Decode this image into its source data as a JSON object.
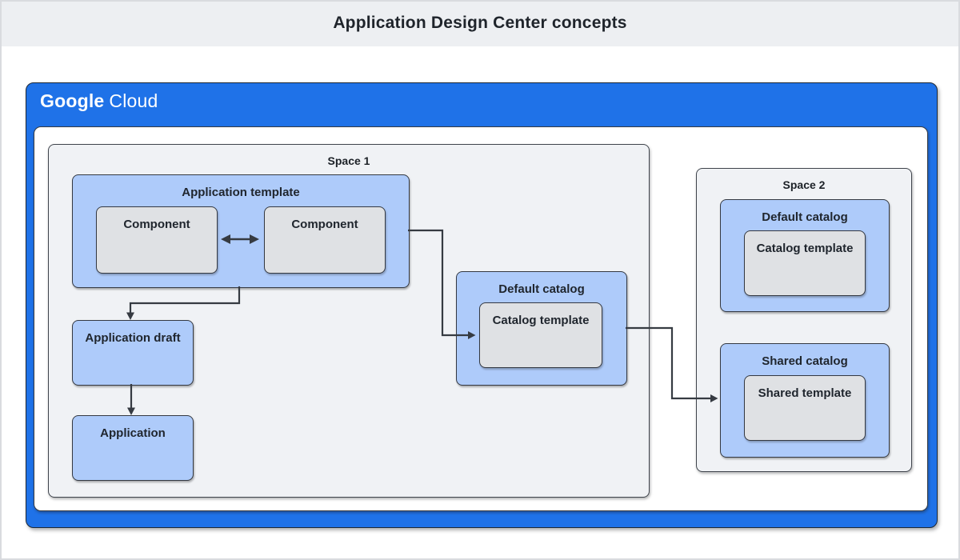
{
  "header": {
    "title": "Application Design Center concepts"
  },
  "brand": {
    "google": "Google",
    "cloud": "Cloud"
  },
  "space1": {
    "label": "Space 1",
    "app_template": {
      "label": "Application template",
      "components": [
        "Component",
        "Component"
      ]
    },
    "app_draft_label": "Application draft",
    "application_label": "Application",
    "default_catalog": {
      "label": "Default catalog",
      "template_label": "Catalog template"
    }
  },
  "space2": {
    "label": "Space 2",
    "default_catalog": {
      "label": "Default catalog",
      "template_label": "Catalog template"
    },
    "shared_catalog": {
      "label": "Shared catalog",
      "template_label": "Shared template"
    }
  },
  "colors": {
    "accent_blue": "#1f72e8",
    "light_blue": "#aecbfa",
    "gray_box": "#dfe1e4",
    "space_bg": "#f0f2f5",
    "header_bg": "#edeff2",
    "line": "#363b42"
  }
}
